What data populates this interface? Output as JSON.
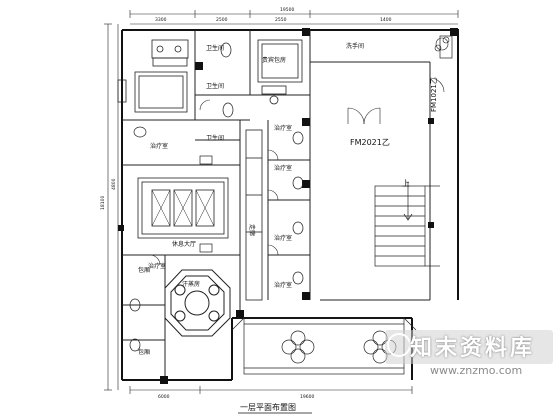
{
  "drawing_title": "一层平面布置图",
  "dimensions": {
    "top_left": "3300",
    "top_mid": "2500",
    "top_right": "2550",
    "top_far": "1400",
    "total": "19500",
    "bottom_left": "6000",
    "bottom_right": "19600",
    "left_total": "18100",
    "left_mid": "4800"
  },
  "rooms": {
    "bath_nw": "卫生间",
    "bath_n": "卫生间",
    "bath_ne": "卫生间",
    "vip_room": "贵宾包房",
    "hall": "休息大厅",
    "treat_1": "治疗室",
    "treat_2": "治疗室",
    "treat_3": "治疗室",
    "treat_4": "治疗室",
    "treat_5": "治疗室",
    "treat_6": "治疗室",
    "corridor": "走廊",
    "hot_room": "汗蒸房",
    "room_a": "包厢",
    "room_b": "包厢",
    "wash_room": "洗手间"
  },
  "doors": {
    "main": "FM2021乙",
    "side": "FM1021乙"
  },
  "stair_label": "上",
  "watermark": {
    "title": "知末资料库",
    "url": "www.znzmo.com"
  }
}
